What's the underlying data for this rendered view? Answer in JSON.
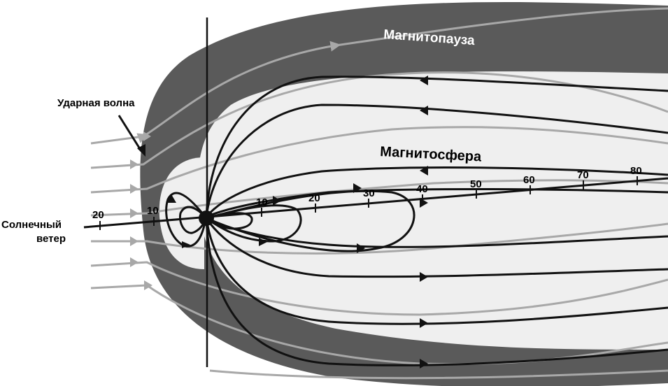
{
  "labels": {
    "magnetopause": "Магнитопауза",
    "magnetosphere": "Магнитосфера",
    "shock_wave": "Ударная волна",
    "solar_wind_line1": "Солнечный",
    "solar_wind_line2": "ветер"
  },
  "scale_ticks": [
    "20",
    "10",
    "10",
    "20",
    "30",
    "40",
    "50",
    "60",
    "70",
    "80"
  ],
  "colors": {
    "magnetosheath": "#5a5a5a",
    "magnetosphere_fill": "#efefef",
    "field_line": "#111111",
    "solar_wind_line": "#a8a8a8"
  }
}
